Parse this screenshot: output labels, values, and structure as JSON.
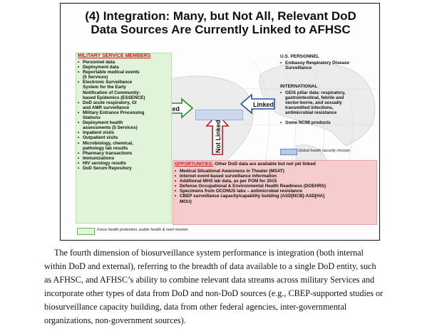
{
  "slide": {
    "title_line1": "(4) Integration: Many, but Not All, Relevant  DoD",
    "title_line2": "Data Sources Are Currently Linked to AFHSC",
    "military": {
      "heading": "MILITARY SERVICE MEMBERS",
      "items": [
        "Personnel data",
        "Deployment data",
        "Reportable medical events",
        "(5 Services)",
        "Electronic Surveillance",
        "System for the Early",
        "Notification of Community-",
        "based Epidemics (ESSENCE)",
        "DoD acute respiratory, GI",
        "and AMR surveillance",
        "Military Entrance Processing",
        "Stations",
        "Deployment health",
        "assessments (5 Services)",
        "Inpatient visits",
        "Outpatient visits",
        "Microbiology, chemical,",
        "pathology lab results",
        "Pharmacy transactions",
        "Immunizations",
        "HIV serology results",
        "DoD Serum Repository"
      ]
    },
    "us_personnel": {
      "heading": "U.S. PERSONNEL",
      "items": [
        "Embassy Respiratory Disease",
        "Surveillance"
      ]
    },
    "international": {
      "heading": "INTERNATIONAL",
      "items": [
        "GEIS pillar data: respiratory,",
        "gastrointestinal, febrile and",
        "vector-borne, and sexually",
        "transmitted infections,",
        "antimicrobial resistance",
        "Some NCMI products"
      ]
    },
    "ghs_legend": "Global health security mission",
    "arrows": {
      "linked_left": "Linked",
      "linked_right": "Linked",
      "not_linked": "Not Linked"
    },
    "opportunities": {
      "heading_label": "OPPORTUNITIES:",
      "heading_text": " Other DoD data are available but not yet linked",
      "items": [
        "Medical Situational Awareness in Theater (MSAT)",
        "Internet event-based surveillance information",
        "Additional MHS lab data, as per POM for 2015",
        "Defense Occupational & Environmental Health Readiness (DOEHRS)",
        "Specimens from OCONUS labs – antimicrobial resistance",
        "CBEP surveillance capacity/capability building (ASD[NCB]-ASD[HA]",
        "MOU)"
      ]
    },
    "green_legend": "Force health protection, public health & med mission"
  },
  "caption": [
    "The fourth dimension of biosurveillance system performance is integration (both internal",
    "within DoD and external), referring to the breadth of data available to a single DoD entity, such",
    "as AFHSC, and AFHSC’s ability to combine relevant data streams across military Services and",
    "incorporate other types of data from DoD and non-DoD sources (e.g., CBEP-supported studies or",
    "biosurveillance capacity building, data from other federal agencies, inter-governmental",
    "organizations, non-government sources)."
  ]
}
